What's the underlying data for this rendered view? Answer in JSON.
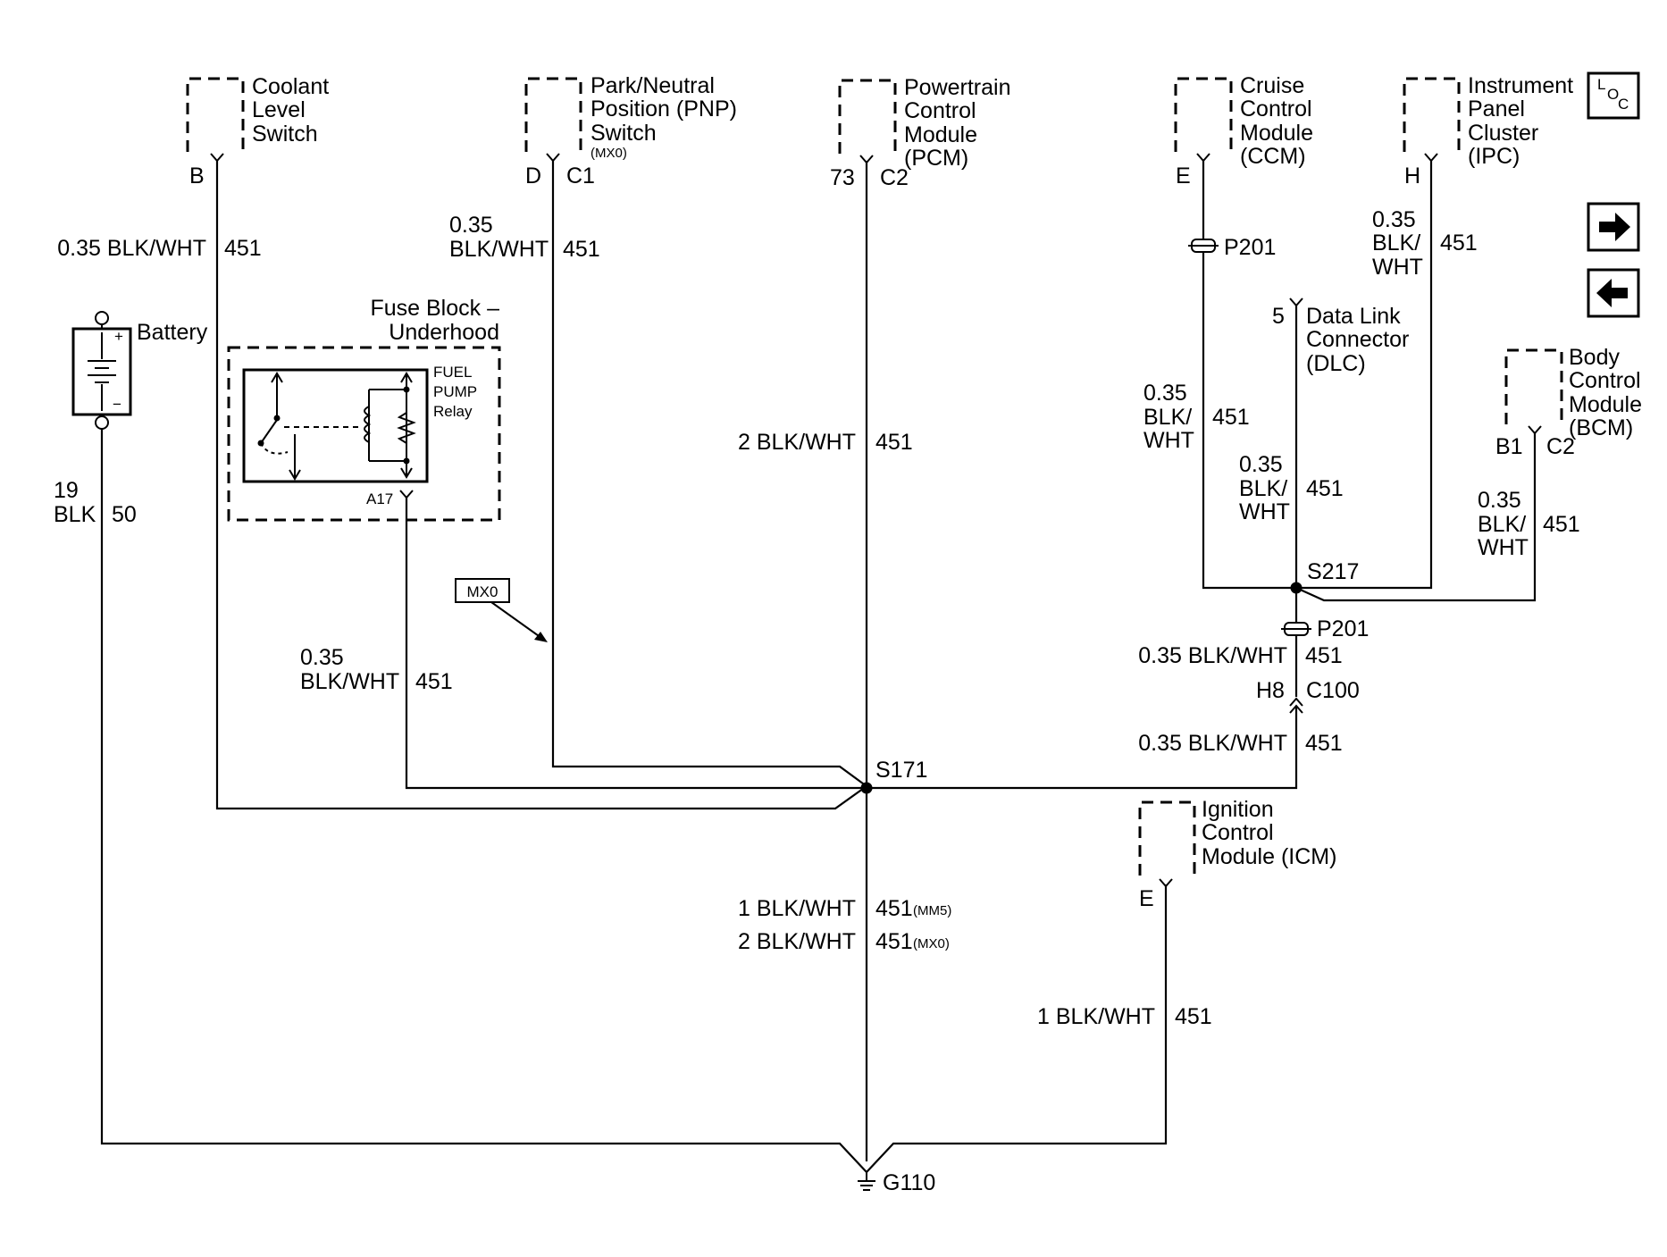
{
  "components": {
    "coolant_level_switch": {
      "name_lines": [
        "Coolant",
        "Level",
        "Switch"
      ],
      "pin": "B"
    },
    "pnp_switch": {
      "name_lines": [
        "Park/Neutral",
        "Position (PNP)",
        "Switch"
      ],
      "option": "(MX0)",
      "pin": "D",
      "connector": "C1"
    },
    "pcm": {
      "name_lines": [
        "Powertrain",
        "Control",
        "Module",
        "(PCM)"
      ],
      "pin": "73",
      "connector": "C2"
    },
    "ccm": {
      "name_lines": [
        "Cruise",
        "Control",
        "Module",
        "(CCM)"
      ],
      "pin": "E"
    },
    "ipc": {
      "name_lines": [
        "Instrument",
        "Panel",
        "Cluster",
        "(IPC)"
      ],
      "pin": "H"
    },
    "bcm": {
      "name_lines": [
        "Body",
        "Control",
        "Module",
        "(BCM)"
      ],
      "pin": "B1",
      "connector": "C2"
    },
    "dlc": {
      "name_lines": [
        "Data Link",
        "Connector",
        "(DLC)"
      ],
      "pin": "5"
    },
    "icm": {
      "name_lines": [
        "Ignition",
        "Control",
        "Module (ICM)"
      ],
      "pin": "E"
    },
    "battery": {
      "name": "Battery",
      "plus": "+",
      "minus": "−"
    },
    "fuse_block": {
      "title_lines": [
        "Fuse Block –",
        "Underhood"
      ],
      "relay_lines": [
        "FUEL",
        "PUMP",
        "Relay"
      ],
      "pin": "A17"
    }
  },
  "wires": {
    "coolant": {
      "gauge_color": "0.35 BLK/WHT",
      "circuit": "451"
    },
    "pnp": {
      "gauge": "0.35",
      "color": "BLK/WHT",
      "circuit": "451"
    },
    "pcm": {
      "gauge_color": "2 BLK/WHT",
      "circuit": "451"
    },
    "battery": {
      "gauge": "19",
      "color": "BLK",
      "circuit": "50"
    },
    "fuse": {
      "gauge": "0.35",
      "color": "BLK/WHT",
      "circuit": "451"
    },
    "ccm": {
      "gauge": "0.35",
      "color1": "BLK/",
      "color2": "WHT",
      "circuit": "451"
    },
    "ipc": {
      "gauge": "0.35",
      "color1": "BLK/",
      "color2": "WHT",
      "circuit": "451"
    },
    "dlc": {
      "gauge": "0.35",
      "color1": "BLK/",
      "color2": "WHT",
      "circuit": "451"
    },
    "bcm": {
      "gauge": "0.35",
      "color1": "BLK/",
      "color2": "WHT",
      "circuit": "451"
    },
    "p201_lower": {
      "gauge_color": "0.35 BLK/WHT",
      "circuit": "451"
    },
    "c100_lower": {
      "gauge_color": "0.35 BLK/WHT",
      "circuit": "451"
    },
    "main_mm5": {
      "gauge_color": "1 BLK/WHT",
      "circuit": "451",
      "option": "(MM5)"
    },
    "main_mx0": {
      "gauge_color": "2 BLK/WHT",
      "circuit": "451",
      "option": "(MX0)"
    },
    "icm": {
      "gauge_color": "1 BLK/WHT",
      "circuit": "451"
    }
  },
  "connectors": {
    "p201_upper": "P201",
    "p201_lower": "P201",
    "c100": {
      "name": "C100",
      "pin": "H8"
    }
  },
  "splices": {
    "s171": "S171",
    "s217": "S217"
  },
  "ground": "G110",
  "option_tag": "MX0",
  "loc_button": {
    "l": "L",
    "o": "O",
    "c": "C"
  },
  "nav": {
    "forward_icon": "arrow-right",
    "back_icon": "arrow-left"
  }
}
